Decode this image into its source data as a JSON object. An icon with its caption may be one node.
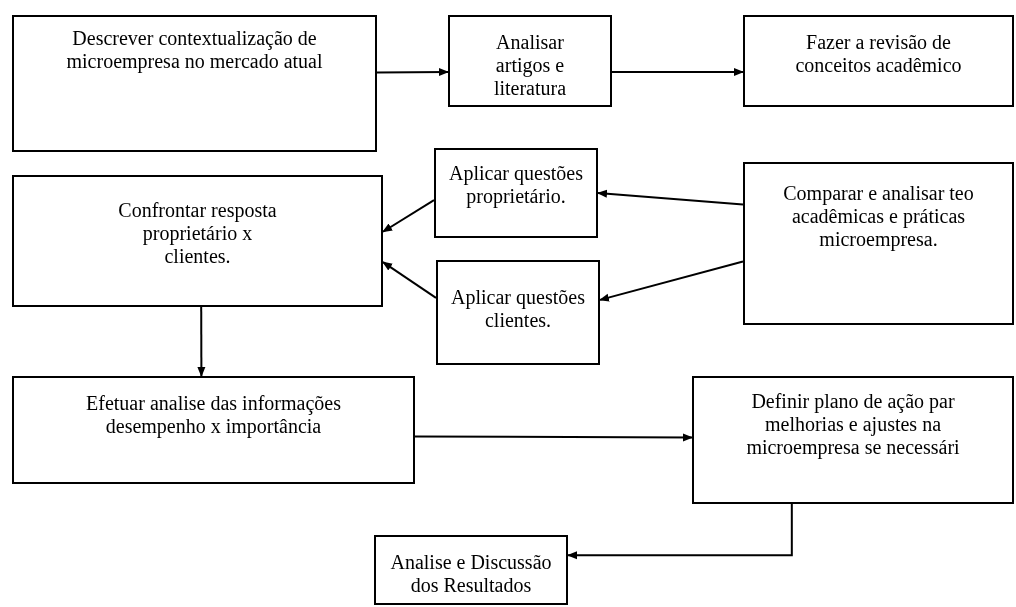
{
  "diagram": {
    "nodes": [
      {
        "text": [
          "Descrever contextualização de microempresa no mercado atual"
        ]
      },
      {
        "text": [
          "Analisar artigos e literatura"
        ]
      },
      {
        "text": [
          "Fazer a revisão de conceitos acadêmico"
        ]
      },
      {
        "text": [
          "Aplicar questões proprietário."
        ]
      },
      {
        "text": [
          "Confrontar resposta proprietário x clientes."
        ]
      },
      {
        "text": [
          "Comparar e analisar teo acadêmicas e práticas microempresa."
        ]
      },
      {
        "text": [
          "Aplicar questões clientes."
        ]
      },
      {
        "text": [
          "Efetuar analise das informações desempenho x importância"
        ]
      },
      {
        "text": [
          "Definir plano de ação par melhorias e ajustes na microempresa se necessári"
        ]
      },
      {
        "text": [
          "Analise e Discussão dos Resultados"
        ]
      }
    ],
    "edges": [
      {
        "from": 0,
        "to": 1,
        "arrow": "to"
      },
      {
        "from": 1,
        "to": 2,
        "arrow": "to"
      },
      {
        "from": 5,
        "to": 3,
        "arrow": "to"
      },
      {
        "from": 3,
        "to": 4,
        "arrow": "to"
      },
      {
        "from": 5,
        "to": 6,
        "arrow": "to"
      },
      {
        "from": 6,
        "to": 4,
        "arrow": "to"
      },
      {
        "from": 4,
        "to": 7,
        "arrow": "to"
      },
      {
        "from": 7,
        "to": 8,
        "arrow": "to"
      },
      {
        "from": 8,
        "to": 9,
        "arrow": "to"
      }
    ]
  }
}
